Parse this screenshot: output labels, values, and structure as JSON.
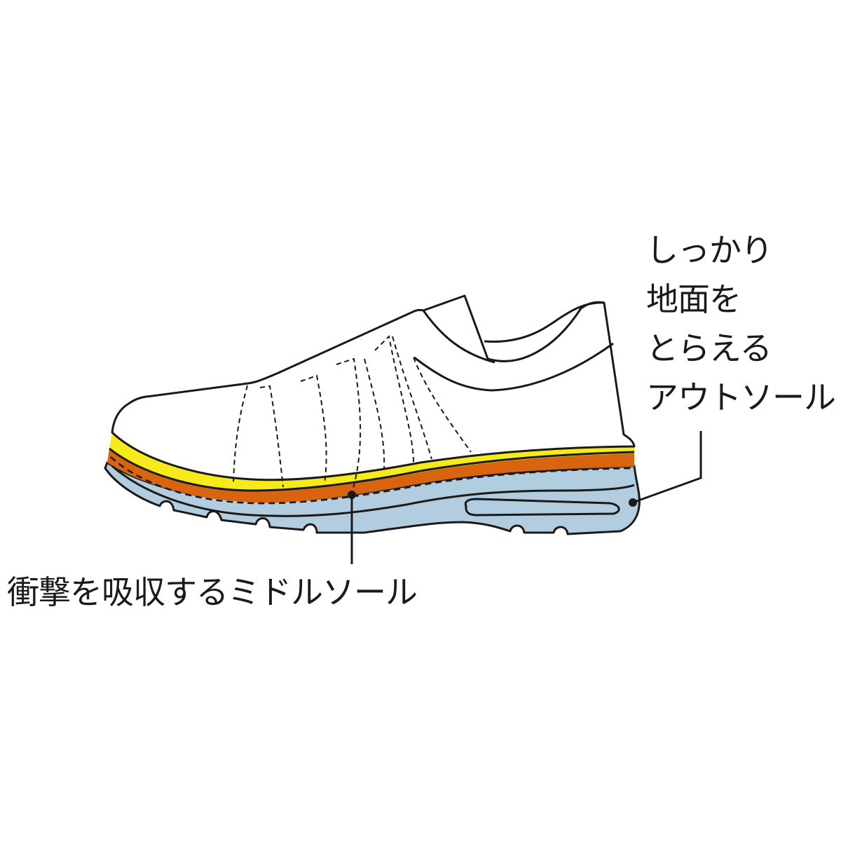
{
  "labels": {
    "outsole": [
      "しっかり",
      "地面を",
      "とらえる",
      "アウトソール"
    ],
    "midsole": "衝撃を吸収するミドルソール"
  },
  "colors": {
    "outline": "#1a1a1a",
    "insole_yellow": "#f7ea1a",
    "midsole_orange": "#d9640f",
    "outsole_blue": "#b3cde0",
    "upper": "#ffffff"
  }
}
